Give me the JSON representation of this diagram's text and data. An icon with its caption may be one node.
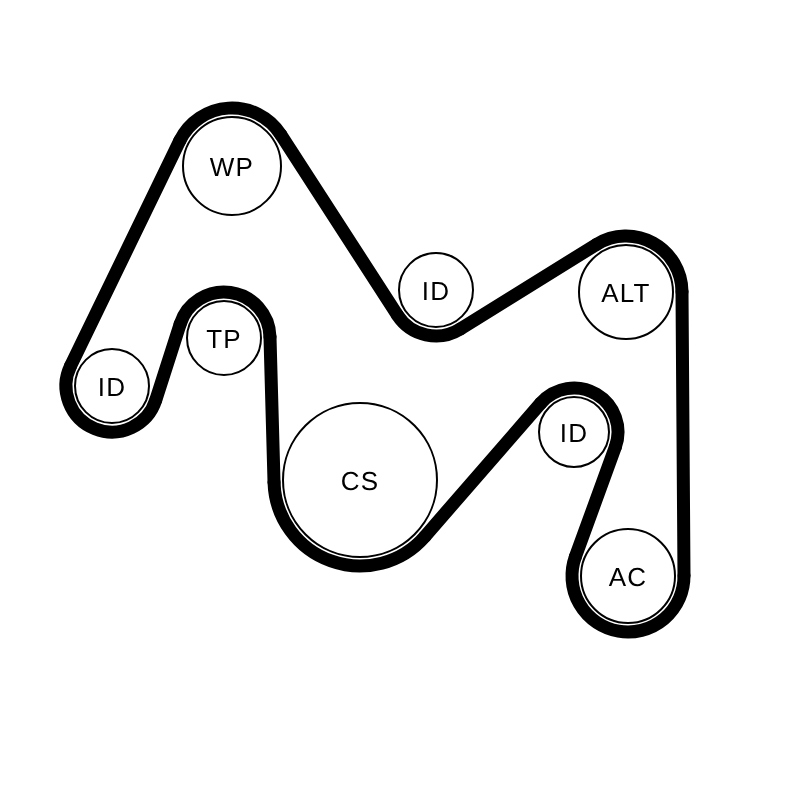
{
  "diagram": {
    "nodes": [
      {
        "text": [
          "WP"
        ]
      },
      {
        "text": [
          "ID"
        ]
      },
      {
        "text": [
          "ALT"
        ]
      },
      {
        "text": [
          "TP"
        ]
      },
      {
        "text": [
          "ID"
        ]
      },
      {
        "text": [
          "ID"
        ]
      },
      {
        "text": [
          "CS"
        ]
      },
      {
        "text": [
          "AC"
        ]
      }
    ],
    "edges": [
      {
        "from": 0,
        "to": 1,
        "arrow": "none"
      },
      {
        "from": 1,
        "to": 2,
        "arrow": "none"
      },
      {
        "from": 2,
        "to": 7,
        "arrow": "none"
      },
      {
        "from": 7,
        "to": 5,
        "arrow": "none"
      },
      {
        "from": 5,
        "to": 6,
        "arrow": "none"
      },
      {
        "from": 6,
        "to": 3,
        "arrow": "none"
      },
      {
        "from": 3,
        "to": 4,
        "arrow": "none"
      },
      {
        "from": 4,
        "to": 0,
        "arrow": "none"
      }
    ]
  }
}
